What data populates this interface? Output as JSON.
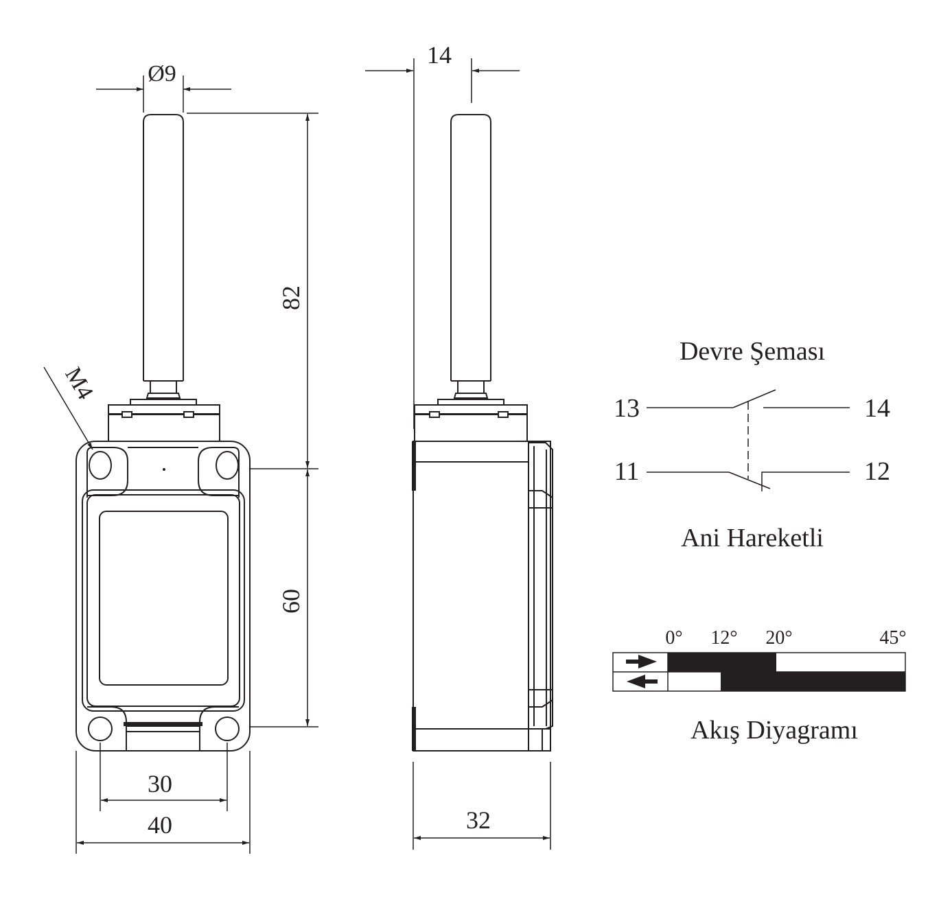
{
  "dimensions": {
    "diameter": "Ø9",
    "lever_length": "82",
    "side_offset": "14",
    "hole_vertical": "60",
    "hole_horizontal": "30",
    "body_width": "40",
    "body_depth": "32",
    "thread": "M4"
  },
  "circuit": {
    "title": "Devre Şeması",
    "terminals": [
      "13",
      "14",
      "11",
      "12"
    ],
    "caption": "Ani Hareketli"
  },
  "flow_diagram": {
    "angles": [
      "0°",
      "12°",
      "20°",
      "45°"
    ],
    "caption": "Akış Diyagramı",
    "rows": [
      {
        "direction": "forward-arrow-icon",
        "closed_from": "0°",
        "closed_to": "20°"
      },
      {
        "direction": "backward-arrow-icon",
        "closed_from": "12°",
        "closed_to": "45°"
      }
    ]
  },
  "colors": {
    "ink": "#231f20",
    "background": "#ffffff"
  }
}
